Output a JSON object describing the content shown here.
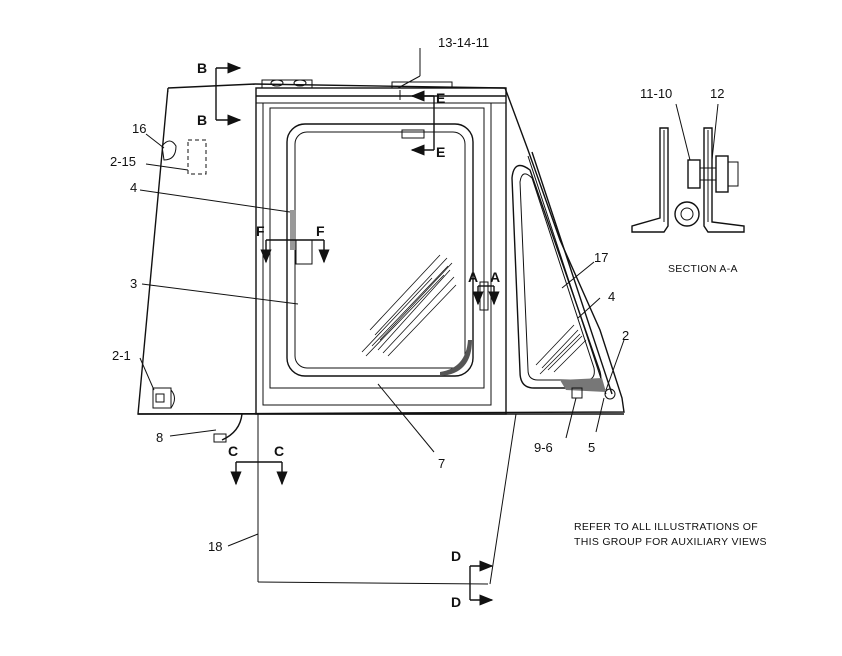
{
  "callouts": {
    "c13_14_11": "13-14-11",
    "c16": "16",
    "c2_15": "2-15",
    "c4_left": "4",
    "c3": "3",
    "c2_1": "2-1",
    "c8": "8",
    "c7": "7",
    "c18": "18",
    "c17": "17",
    "c4_right": "4",
    "c2_right": "2",
    "c5": "5",
    "c9_6": "9-6",
    "c11_10": "11-10",
    "c12": "12"
  },
  "section_markers": {
    "B": "B",
    "C": "C",
    "D": "D",
    "E": "E",
    "F": "F",
    "A": "A"
  },
  "section_title": "SECTION A-A",
  "note_line1": "REFER TO ALL ILLUSTRATIONS OF",
  "note_line2": "THIS GROUP FOR AUXILIARY VIEWS"
}
